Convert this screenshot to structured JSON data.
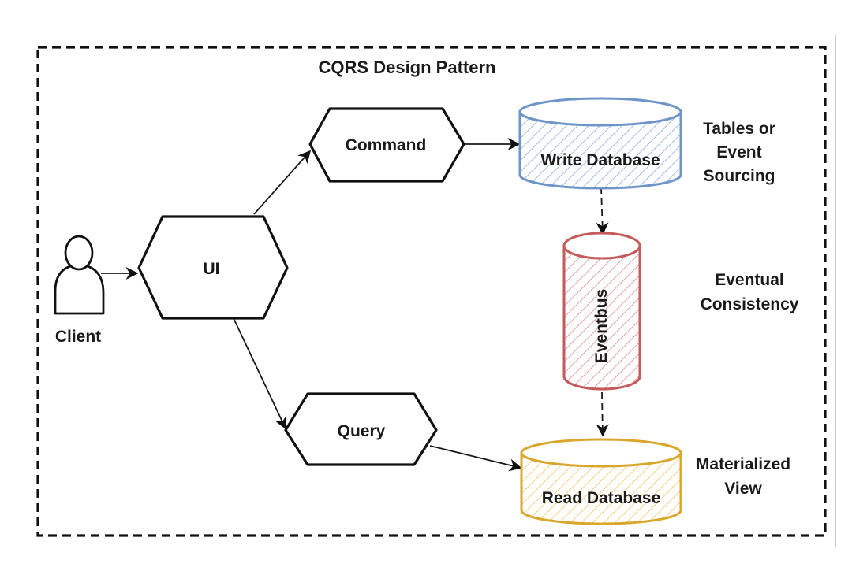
{
  "title": "CQRS Design Pattern",
  "nodes": {
    "client": "Client",
    "ui": "UI",
    "command": "Command",
    "query": "Query",
    "write_db": "Write Database",
    "eventbus": "Eventbus",
    "read_db": "Read Database"
  },
  "annotations": {
    "write_note": [
      "Tables or",
      "Event",
      "Sourcing"
    ],
    "eventbus_note": [
      "Eventual",
      "Consistency"
    ],
    "read_note": [
      "Materialized",
      "View"
    ]
  },
  "colors": {
    "write_db": "#6f95c8",
    "eventbus": "#c55a5a",
    "read_db": "#d9a72b",
    "ink": "#111111"
  }
}
